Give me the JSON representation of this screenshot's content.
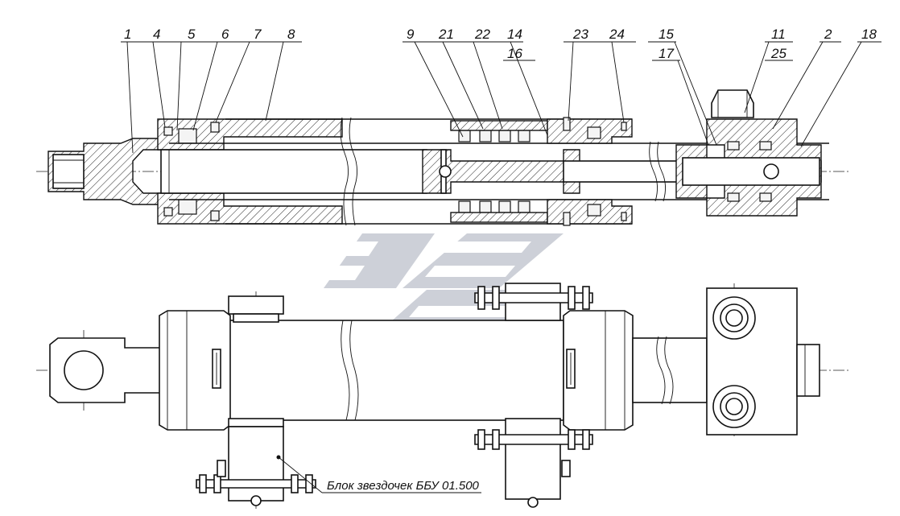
{
  "callouts_top_left": [
    "1",
    "4",
    "5",
    "6",
    "7",
    "8"
  ],
  "callouts_top_mid": [
    "9",
    "21",
    "22",
    "14"
  ],
  "callout_top_mid_sub": "16",
  "callouts_top_right": [
    "23",
    "24"
  ],
  "callout_15": "15",
  "callout_17": "17",
  "callout_11": "11",
  "callout_25": "25",
  "callout_2": "2",
  "callout_18": "18",
  "sprocket_caption": "Блок звездочек ББУ 01.500",
  "watermark_color": "#c8ccd4"
}
